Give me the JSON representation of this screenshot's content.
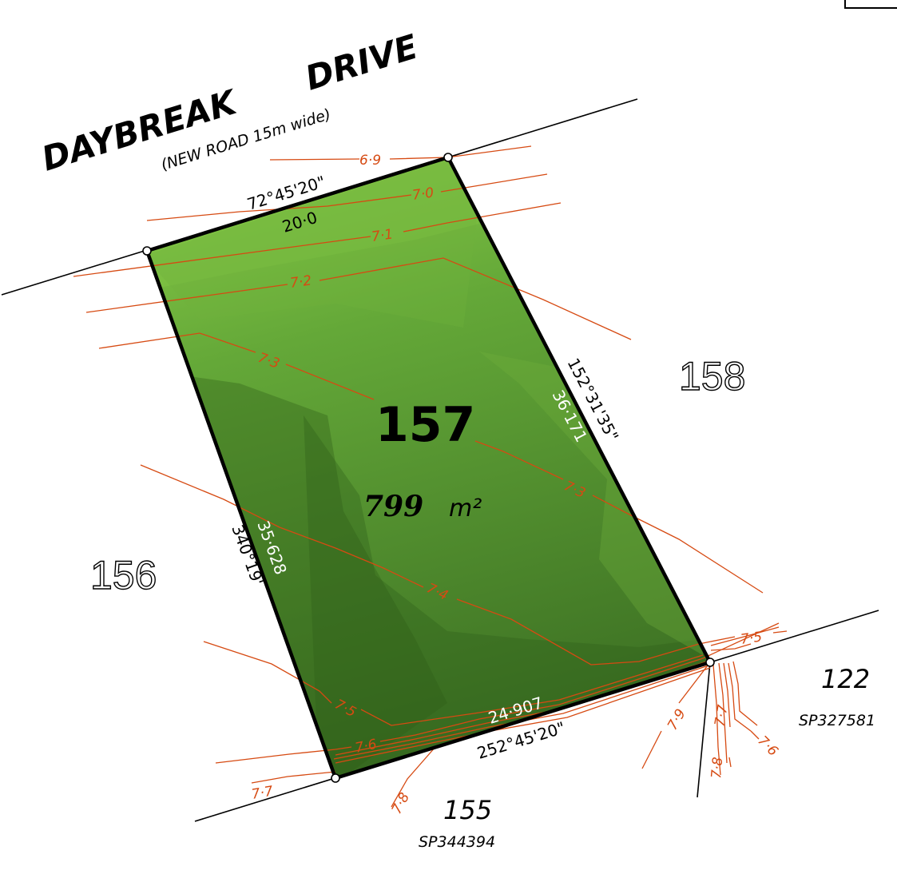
{
  "road": {
    "name_part1": "DAYBREAK",
    "name_part2": "DRIVE",
    "subtitle": "(NEW ROAD 15m wide)"
  },
  "lot": {
    "number": "157",
    "area_value": "799",
    "area_unit": "m²"
  },
  "boundaries": {
    "north_bearing": "72°45'20\"",
    "north_distance": "20·0",
    "east_bearing": "152°31'35\"",
    "east_distance": "36·171",
    "south_bearing": "252°45'20\"",
    "south_distance": "24·907",
    "west_bearing": "340°19'",
    "west_distance": "35·628"
  },
  "neighbours": {
    "lot_156": "156",
    "lot_158": "158",
    "lot_155": "155",
    "lot_155_plan": "SP344394",
    "lot_122": "122",
    "lot_122_plan": "SP327581"
  },
  "contours": {
    "c69": "6·9",
    "c70": "7·0",
    "c71": "7·1",
    "c72": "7·2",
    "c73a": "7·3",
    "c73b": "7·3",
    "c74": "7·4",
    "c75a": "7·5",
    "c75b": "7·5",
    "c76a": "7·6",
    "c76b": "7·6",
    "c77a": "7·7",
    "c77b": "7·7",
    "c78a": "7·8",
    "c78b": "7·8",
    "c79": "7·9"
  },
  "colors": {
    "lot_fill_light": "#8fd14a",
    "lot_fill_mid": "#63a836",
    "lot_fill_dark": "#3e7424",
    "contour": "#d64a12",
    "boundary": "#000000"
  }
}
